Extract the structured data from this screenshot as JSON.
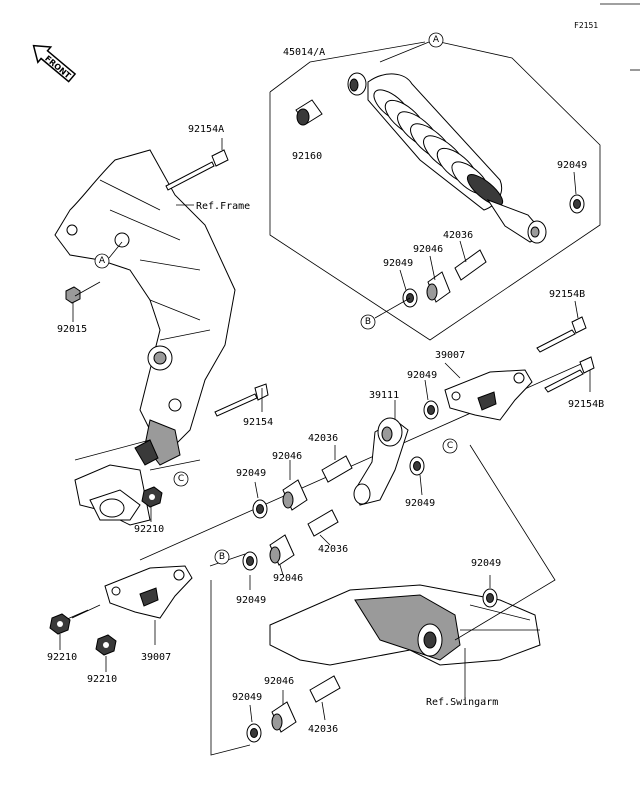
{
  "figure_code": "F2151",
  "front_label": "FRONT",
  "callout_a": "A",
  "callout_b": "B",
  "callout_c": "C",
  "refs": {
    "frame": "Ref.Frame",
    "swingarm": "Ref.Swingarm"
  },
  "parts": {
    "p45014": "45014/A",
    "p92160": "92160",
    "p92154A": "92154A",
    "p92049_top": "92049",
    "p92046_top": "92046",
    "p42036_top": "42036",
    "p92049_top2": "92049",
    "p92154B_1": "92154B",
    "p92015": "92015",
    "p39007_top": "39007",
    "p92049_mid": "92049",
    "p92154B_2": "92154B",
    "p39111": "39111",
    "p92154": "92154",
    "p42036_mid": "42036",
    "p92046_mid": "92046",
    "p92049_left": "92049",
    "p92049_right": "92049",
    "p92210_a": "92210",
    "p42036_low": "42036",
    "p92046_low": "92046",
    "p92049_low": "92049",
    "p92049_sw": "92049",
    "p92210_b": "92210",
    "p39007_low": "39007",
    "p92210_c": "92210",
    "p92046_bot": "92046",
    "p92049_bot": "92049",
    "p42036_bot": "42036"
  }
}
